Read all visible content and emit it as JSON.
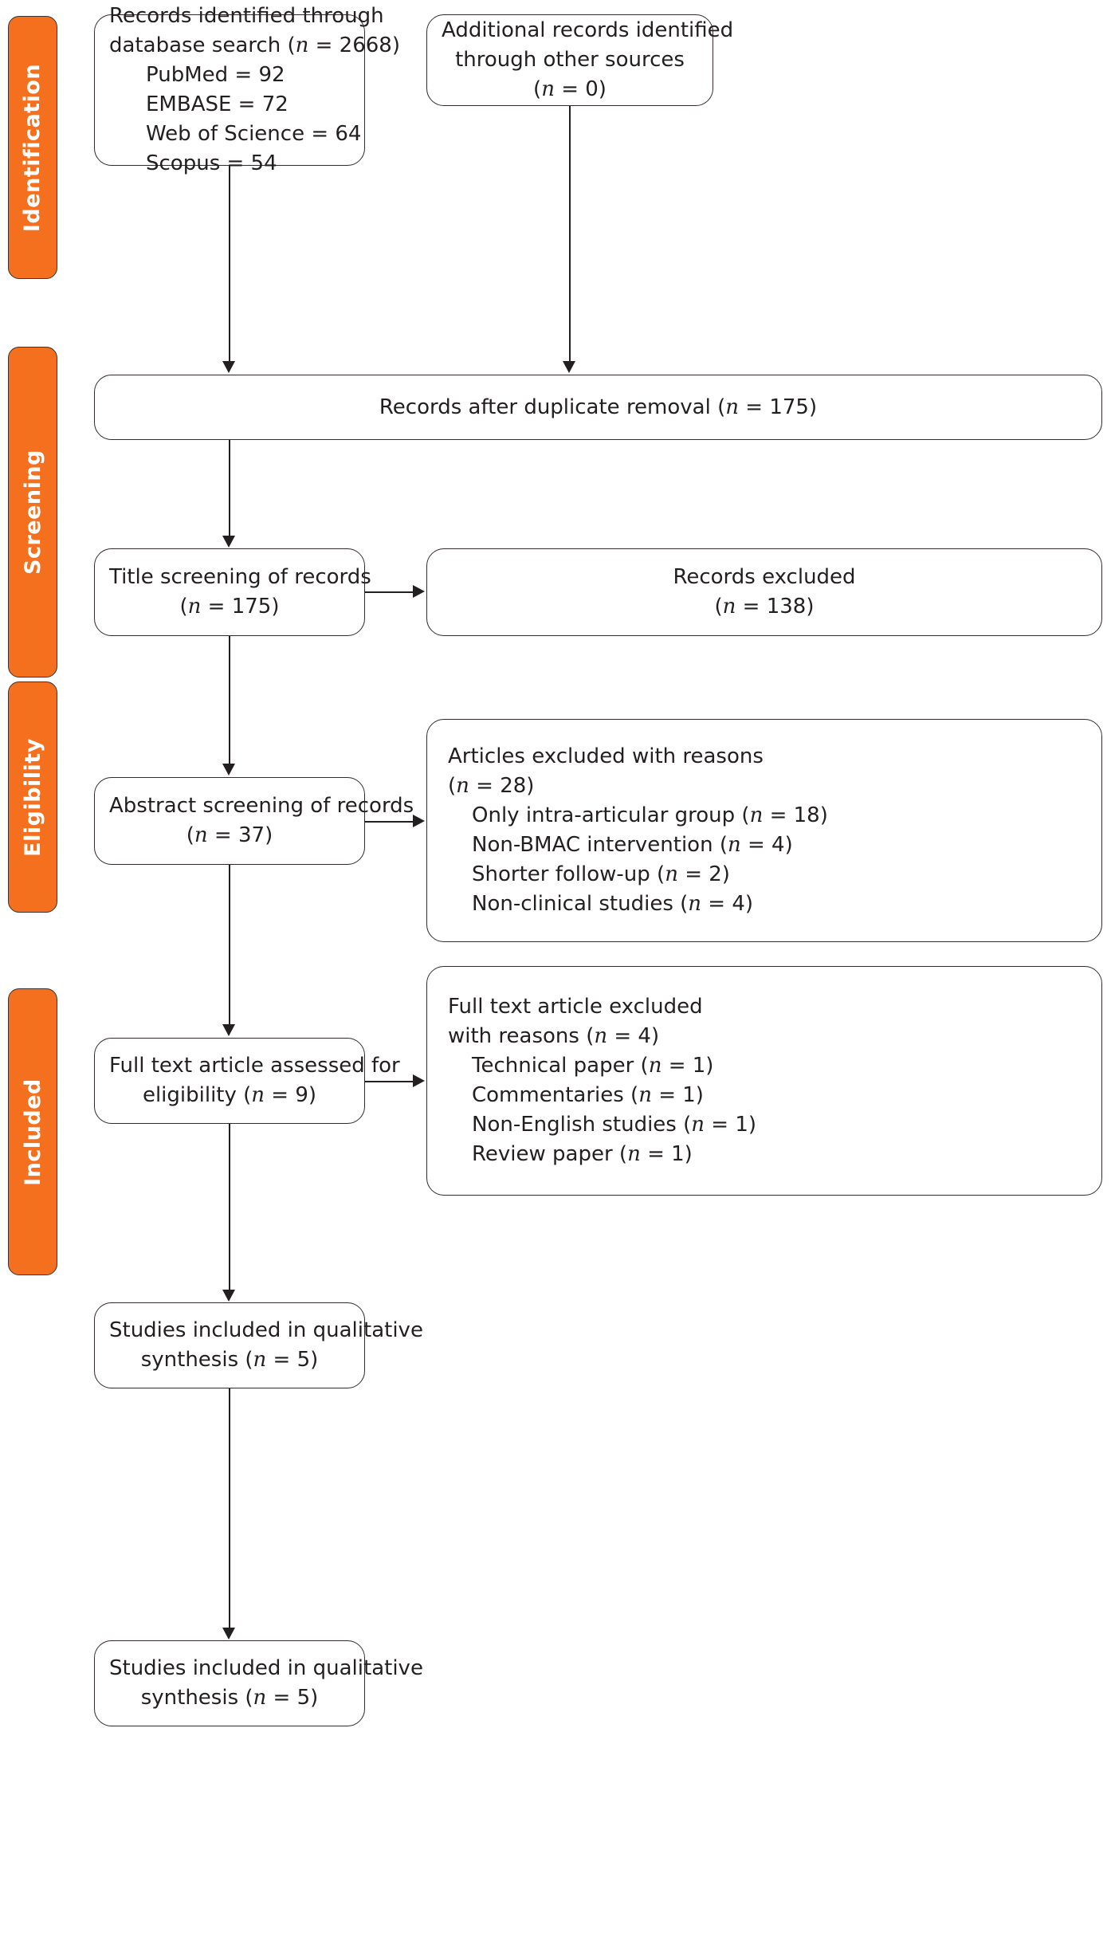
{
  "diagram": {
    "type": "prisma-flow-diagram",
    "accent_color": "#F4701F",
    "text_color": "#231f20",
    "box_border_color": "#332b29"
  },
  "stages": [
    {
      "key": "identification",
      "label": "Identification"
    },
    {
      "key": "screening",
      "label": "Screening"
    },
    {
      "key": "eligibility",
      "label": "Eligibility"
    },
    {
      "key": "included",
      "label": "Included"
    }
  ],
  "nodes": {
    "records_identified": {
      "lines": [
        "Records identified through",
        "database search (n = 2668)",
        "PubMed = 92",
        "EMBASE = 72",
        "Web of Science = 64",
        "Scopus = 54"
      ],
      "l1": "Records identified through",
      "l2a": "database search (",
      "l2n": "n",
      "l2b": " = 2668)",
      "l3": "PubMed = 92",
      "l4": "EMBASE = 72",
      "l5": "Web of Science = 64",
      "l6": "Scopus = 54"
    },
    "additional_records": {
      "l1": "Additional records identified",
      "l2": "through other sources",
      "l3a": "(",
      "l3n": "n",
      "l3b": " = 0)"
    },
    "after_duplicates": {
      "l1a": "Records after duplicate removal (",
      "l1n": "n",
      "l1b": " = 175)"
    },
    "title_screening": {
      "l1": "Title screening of records",
      "l2a": "(",
      "l2n": "n",
      "l2b": " = 175)"
    },
    "records_excluded": {
      "l1": "Records excluded",
      "l2a": "(",
      "l2n": "n",
      "l2b": " = 138)"
    },
    "abstract_screening": {
      "l1": "Abstract screening of records",
      "l2a": "(",
      "l2n": "n",
      "l2b": " = 37)"
    },
    "articles_excluded": {
      "l1": "Articles excluded with reasons",
      "l2a": "(",
      "l2n": "n",
      "l2b": " = 28)",
      "r1a": "Only intra-articular group (",
      "r1n": "n",
      "r1b": " = 18)",
      "r2a": "Non-BMAC intervention (",
      "r2n": "n",
      "r2b": " = 4)",
      "r3a": "Shorter follow-up (",
      "r3n": "n",
      "r3b": " = 2)",
      "r4a": "Non-clinical studies (",
      "r4n": "n",
      "r4b": " = 4)"
    },
    "full_text_assessed": {
      "l1": "Full text article assessed for",
      "l2a": "eligibility (",
      "l2n": "n",
      "l2b": " = 9)"
    },
    "full_text_excluded": {
      "l1": "Full text article excluded",
      "l2a": "with reasons (",
      "l2n": "n",
      "l2b": " = 4)",
      "r1a": "Technical paper (",
      "r1n": "n",
      "r1b": " = 1)",
      "r2a": "Commentaries (",
      "r2n": "n",
      "r2b": " = 1)",
      "r3a": "Non-English studies (",
      "r3n": "n",
      "r3b": " = 1)",
      "r4a": "Review paper (",
      "r4n": "n",
      "r4b": " = 1)"
    },
    "qualitative_synthesis_1": {
      "l1": "Studies included in qualitative",
      "l2a": "synthesis (",
      "l2n": "n",
      "l2b": " = 5)"
    },
    "qualitative_synthesis_2": {
      "l1": "Studies included in qualitative",
      "l2a": "synthesis (",
      "l2n": "n",
      "l2b": " = 5)"
    }
  }
}
